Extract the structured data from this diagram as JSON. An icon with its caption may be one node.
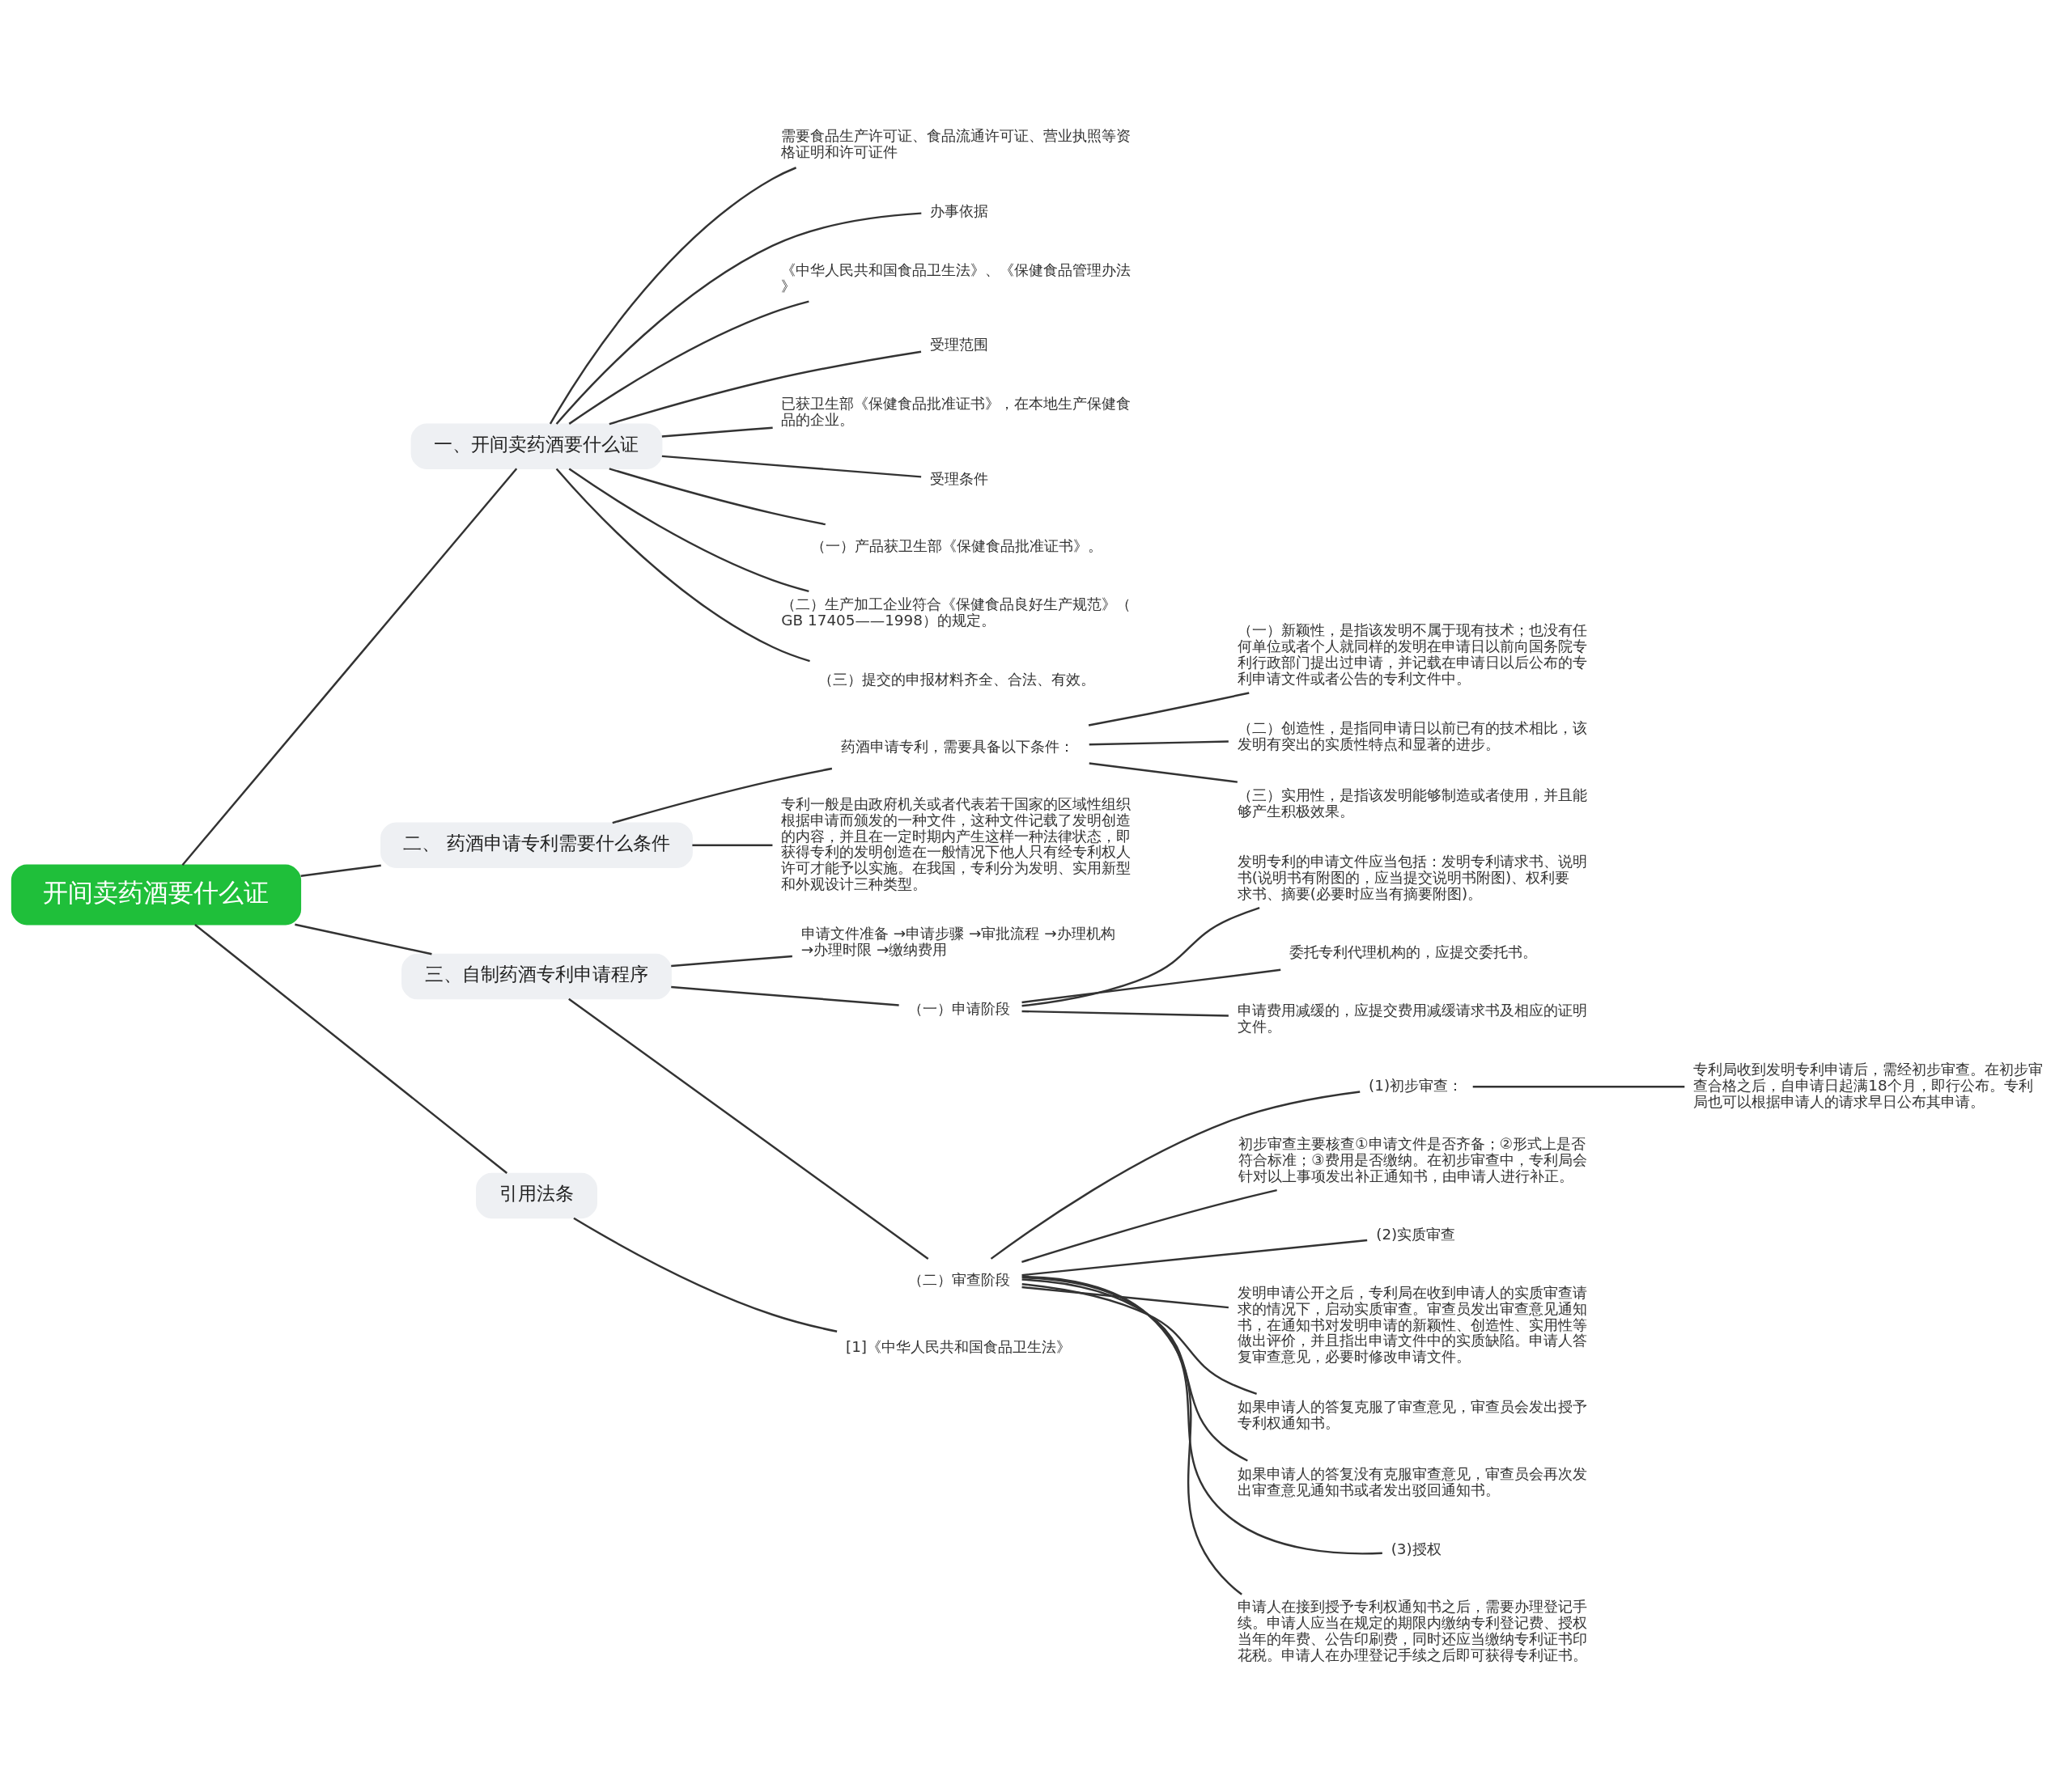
{
  "diagram": {
    "nodes": [
      {
        "text": [
          "开间卖药酒要什么证"
        ]
      },
      {
        "text": [
          "一、开间卖药酒要什么证"
        ]
      },
      {
        "text": [
          "需要食品生产许可证、食品流通许可证、营业执照等资格证明和许可证件"
        ]
      },
      {
        "text": [
          "办事依据"
        ]
      },
      {
        "text": [
          "《中华人民共和国食品卫生法》、《保健食品管理办法》"
        ]
      },
      {
        "text": [
          "受理范围"
        ]
      },
      {
        "text": [
          "已获卫生部《保健食品批准证书》，在本地生产保健食品的企业。"
        ]
      },
      {
        "text": [
          "受理条件"
        ]
      },
      {
        "text": [
          "（一）产品获卫生部《保健食品批准证书》。"
        ]
      },
      {
        "text": [
          "（二）生产加工企业符合《保健食品良好生产规范》（GB 17405——1998）的规定。"
        ]
      },
      {
        "text": [
          "（三）提交的申报材料齐全、合法、有效。"
        ]
      },
      {
        "text": [
          "二、 药酒申请专利需要什么条件"
        ]
      },
      {
        "text": [
          "药酒申请专利，需要具备以下条件："
        ]
      },
      {
        "text": [
          "（一）新颖性，是指该发明不属于现有技术；也没有任何单位或者个人就同样的发明在申请日以前向国务院专利行政部门提出过申请，并记载在申请日以后公布的专利申请文件或者公告的专利文件中。"
        ]
      },
      {
        "text": [
          "（二）创造性，是指同申请日以前已有的技术相比，该发明有突出的实质性特点和显著的进步。"
        ]
      },
      {
        "text": [
          "（三）实用性，是指该发明能够制造或者使用，并且能够产生积极效果。"
        ]
      },
      {
        "text": [
          "专利一般是由政府机关或者代表若干国家的区域性组织根据申请而颁发的一种文件，这种文件记载了发明创造的内容，并且在一定时期内产生这样一种法律状态，即获得专利的发明创造在一般情况下他人只有经专利权人许可才能予以实施。在我国，专利分为发明、实用新型和外观设计三种类型。"
        ]
      },
      {
        "text": [
          "三、自制药酒专利申请程序"
        ]
      },
      {
        "text": [
          "申请文件准备 →申请步骤 →审批流程 →办理机构 →办理时限 →缴纳费用"
        ]
      },
      {
        "text": [
          "（一）申请阶段"
        ]
      },
      {
        "text": [
          "发明专利的申请文件应当包括：发明专利请求书、说明书(说明书有附图的，应当提交说明书附图)、权利要求书、摘要(必要时应当有摘要附图)。"
        ]
      },
      {
        "text": [
          "委托专利代理机构的，应提交委托书。"
        ]
      },
      {
        "text": [
          "申请费用减缓的，应提交费用减缓请求书及相应的证明文件。"
        ]
      },
      {
        "text": [
          "（二）审查阶段"
        ]
      },
      {
        "text": [
          "(1)初步审查："
        ]
      },
      {
        "text": [
          "专利局收到发明专利申请后，需经初步审查。在初步审查合格之后，自申请日起满18个月，即行公布。专利局也可以根据申请人的请求早日公布其申请。"
        ]
      },
      {
        "text": [
          "初步审查主要核查①申请文件是否齐备；②形式上是否符合标准；③费用是否缴纳。在初步审查中，专利局会针对以上事项发出补正通知书，由申请人进行补正。"
        ]
      },
      {
        "text": [
          "(2)实质审查"
        ]
      },
      {
        "text": [
          "发明申请公开之后，专利局在收到申请人的实质审查请求的情况下，启动实质审查。审查员发出审查意见通知书，在通知书对发明申请的新颖性、创造性、实用性等做出评价，并且指出申请文件中的实质缺陷。申请人答复审查意见，必要时修改申请文件。"
        ]
      },
      {
        "text": [
          "如果申请人的答复克服了审查意见，审查员会发出授予专利权通知书。"
        ]
      },
      {
        "text": [
          "如果申请人的答复没有克服审查意见，审查员会再次发出审查意见通知书或者发出驳回通知书。"
        ]
      },
      {
        "text": [
          "(3)授权"
        ]
      },
      {
        "text": [
          "申请人在接到授予专利权通知书之后，需要办理登记手续。申请人应当在规定的期限内缴纳专利登记费、授权当年的年费、公告印刷费，同时还应当缴纳专利证书印花税。申请人在办理登记手续之后即可获得专利证书。"
        ]
      },
      {
        "text": [
          "引用法条"
        ]
      },
      {
        "text": [
          "[1]《中华人民共和国食品卫生法》"
        ]
      }
    ],
    "edges": [
      {
        "from": 0,
        "to": 1,
        "arrow": "none"
      },
      {
        "from": 1,
        "to": 2,
        "arrow": "none"
      },
      {
        "from": 1,
        "to": 3,
        "arrow": "none"
      },
      {
        "from": 1,
        "to": 4,
        "arrow": "none"
      },
      {
        "from": 1,
        "to": 5,
        "arrow": "none"
      },
      {
        "from": 1,
        "to": 6,
        "arrow": "none"
      },
      {
        "from": 1,
        "to": 7,
        "arrow": "none"
      },
      {
        "from": 1,
        "to": 8,
        "arrow": "none"
      },
      {
        "from": 1,
        "to": 9,
        "arrow": "none"
      },
      {
        "from": 1,
        "to": 10,
        "arrow": "none"
      },
      {
        "from": 0,
        "to": 11,
        "arrow": "none"
      },
      {
        "from": 11,
        "to": 12,
        "arrow": "none"
      },
      {
        "from": 12,
        "to": 13,
        "arrow": "none"
      },
      {
        "from": 12,
        "to": 14,
        "arrow": "none"
      },
      {
        "from": 12,
        "to": 15,
        "arrow": "none"
      },
      {
        "from": 11,
        "to": 16,
        "arrow": "none"
      },
      {
        "from": 0,
        "to": 17,
        "arrow": "none"
      },
      {
        "from": 17,
        "to": 18,
        "arrow": "none"
      },
      {
        "from": 17,
        "to": 19,
        "arrow": "none"
      },
      {
        "from": 19,
        "to": 20,
        "arrow": "none"
      },
      {
        "from": 19,
        "to": 21,
        "arrow": "none"
      },
      {
        "from": 19,
        "to": 22,
        "arrow": "none"
      },
      {
        "from": 17,
        "to": 23,
        "arrow": "none"
      },
      {
        "from": 23,
        "to": 24,
        "arrow": "none"
      },
      {
        "from": 24,
        "to": 25,
        "arrow": "none"
      },
      {
        "from": 23,
        "to": 26,
        "arrow": "none"
      },
      {
        "from": 23,
        "to": 27,
        "arrow": "none"
      },
      {
        "from": 23,
        "to": 28,
        "arrow": "none"
      },
      {
        "from": 23,
        "to": 29,
        "arrow": "none"
      },
      {
        "from": 23,
        "to": 30,
        "arrow": "none"
      },
      {
        "from": 23,
        "to": 31,
        "arrow": "none"
      },
      {
        "from": 23,
        "to": 32,
        "arrow": "none"
      },
      {
        "from": 0,
        "to": 33,
        "arrow": "none"
      },
      {
        "from": 33,
        "to": 34,
        "arrow": "none"
      }
    ]
  }
}
